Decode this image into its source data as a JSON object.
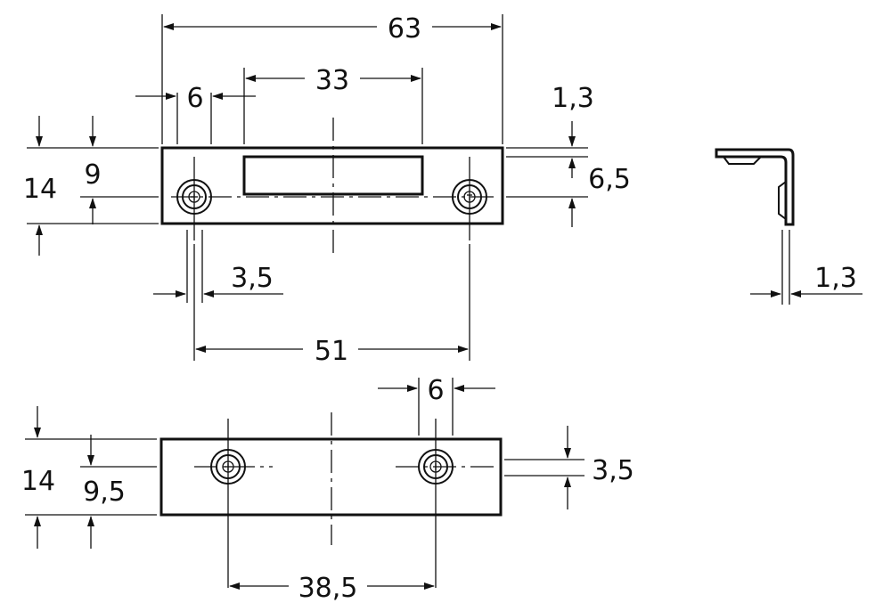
{
  "drawing": {
    "line_color": "#111111",
    "background": "#ffffff"
  },
  "dimensions": {
    "overall_length": "63",
    "slot_length": "33",
    "slot_offset": "6",
    "top_height": "14",
    "top_hole_height": "9",
    "bend_thickness": "1,3",
    "plate_depth": "6,5",
    "hole_clearance": "3,5",
    "top_hole_spacing": "51",
    "side_thickness": "1,3",
    "bottom_hole_width": "6",
    "bottom_height": "14",
    "bottom_hole_height": "9,5",
    "bottom_edge_offset": "3,5",
    "bottom_hole_spacing": "38,5"
  }
}
